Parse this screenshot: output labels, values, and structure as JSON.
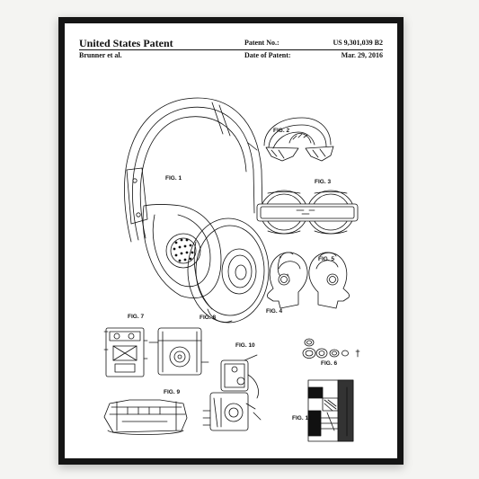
{
  "patent": {
    "title": "United States Patent",
    "inventor": "Brunner et al.",
    "number_label": "Patent No.:",
    "number_value": "US 9,301,039 B2",
    "date_label": "Date of Patent:",
    "date_value": "Mar. 29, 2016"
  },
  "figures": {
    "fig1": "FIG. 1",
    "fig2": "FIG. 2",
    "fig3": "FIG. 3",
    "fig4": "FIG. 4",
    "fig5": "FIG. 5",
    "fig6": "FIG. 6",
    "fig7": "FIG. 7",
    "fig8": "FIG. 8",
    "fig9": "FIG. 9",
    "fig10": "FIG. 10",
    "fig11": "FIG. 11"
  },
  "colors": {
    "frame": "#151515",
    "mat": "#ffffff",
    "ink": "#111111",
    "wall": "#f4f4f2"
  }
}
